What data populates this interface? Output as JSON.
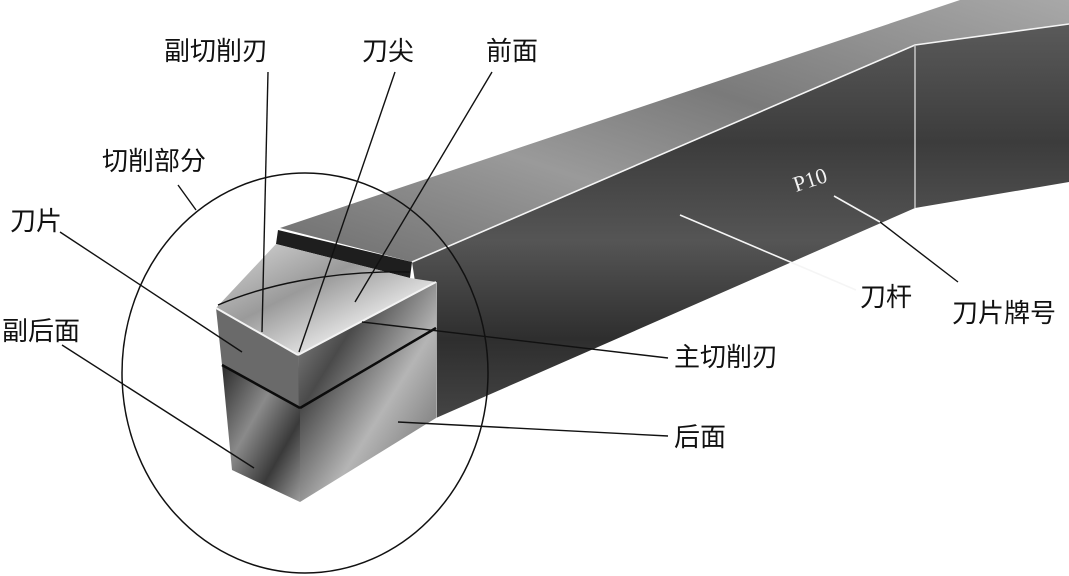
{
  "labels": {
    "secondary_cutting_edge": "副切削刃",
    "tool_tip": "刀尖",
    "rake_face": "前面",
    "cutting_part": "切削部分",
    "insert": "刀片",
    "minor_flank": "副后面",
    "shank": "刀杆",
    "insert_grade": "刀片牌号",
    "main_cutting_edge": "主切削刃",
    "flank": "后面"
  },
  "shank_marking": "P10",
  "colors": {
    "background": "#ffffff",
    "text": "#111111",
    "shank_top": "#8c8c8c",
    "shank_side": "#474747"
  }
}
